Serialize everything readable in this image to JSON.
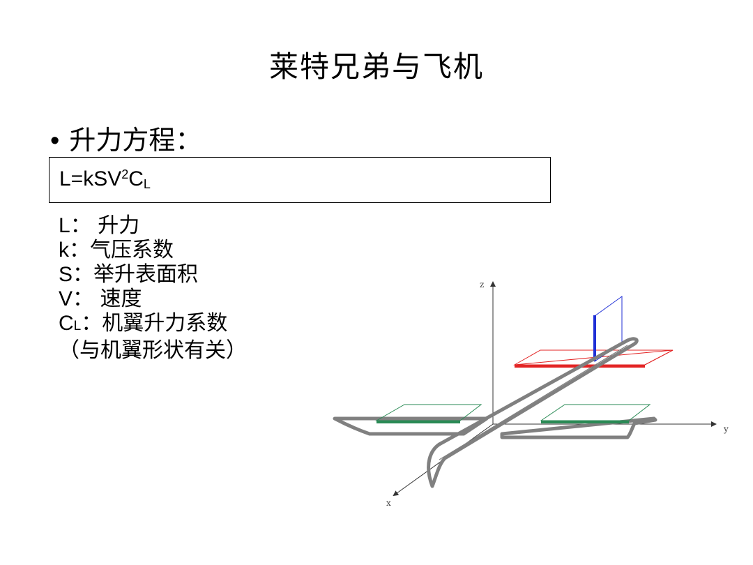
{
  "title": "莱特兄弟与飞机",
  "bullet": {
    "symbol": "•",
    "text": "升力方程："
  },
  "formula": {
    "lhs": "L=kSV",
    "exp": "2",
    "c": "C",
    "sub": "L"
  },
  "definitions": [
    {
      "symbol": "L",
      "sep": "：",
      "text": " 升力"
    },
    {
      "symbol": "k",
      "sep": "：",
      "text": "气压系数"
    },
    {
      "symbol": "S",
      "sep": "：",
      "text": "举升表面积"
    },
    {
      "symbol": "V",
      "sep": "：",
      "text": " 速度"
    },
    {
      "symbol": "C",
      "symbol_sub": "L",
      "sep": "：",
      "text": "机翼升力系数"
    }
  ],
  "note": "（与机翼形状有关）",
  "diagram": {
    "axis_labels": {
      "z": "z",
      "y": "y",
      "x": "x"
    },
    "colors": {
      "fuselage": "#808080",
      "tail_horizontal": "#e32424",
      "tail_vertical": "#1f2fd6",
      "wing_flaps": "#2a8a55",
      "axes": "#333333"
    }
  }
}
